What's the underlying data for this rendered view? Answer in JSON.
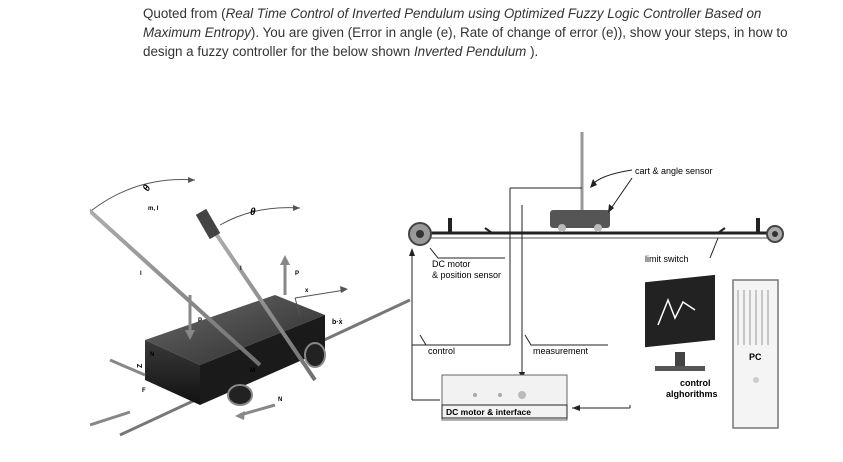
{
  "question": {
    "prefix": "Quoted from (",
    "paper_title": "Real Time Control of Inverted Pendulum using Optimized Fuzzy Logic Controller Based on Maximum Entropy",
    "middle": "). You are given (Error in angle (e), Rate of change of error (e)),  show your steps, in how to design a fuzzy controller for the below shown ",
    "subject": "Inverted Pendulum",
    "suffix": " )."
  },
  "left_figure": {
    "labels": {
      "theta_1": "θ",
      "mass": "m, I",
      "theta_2": "θ",
      "l_1": "l",
      "l_2": "l",
      "x": "x",
      "bx": "b·ẋ",
      "p_1": "P",
      "p_2": "P",
      "n_1": "N",
      "n_2": "N",
      "m": "M",
      "f": "F",
      "z": "Z"
    }
  },
  "right_figure": {
    "labels": {
      "cart_sensor": "cart & angle sensor",
      "limit_switch": "limit switch",
      "dc_motor": "DC motor",
      "position_sensor": "& position sensor",
      "control": "control",
      "measurement": "measurement",
      "pc": "PC",
      "control_algorithms_1": "control",
      "control_algorithms_2": "alghorithms",
      "interface": "DC motor & interface"
    }
  }
}
